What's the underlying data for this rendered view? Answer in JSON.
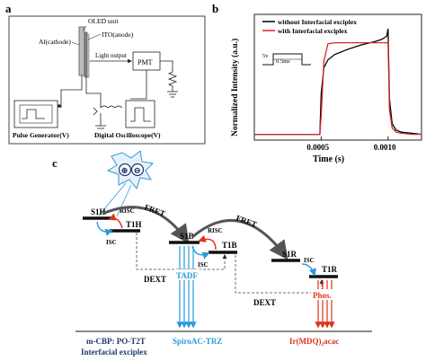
{
  "panel_labels": {
    "a": "a",
    "b": "b",
    "c": "c"
  },
  "panel_a": {
    "cathode_label": "Al(cathode)",
    "oled_label": "OLED unit",
    "anode_label": "ITO(anode)",
    "light_output_label": "Light output",
    "pmt_label": "PMT",
    "pulse_generator_label": "Pulse Generator(V)",
    "oscilloscope_label": "Digital Oscilloscope(V)"
  },
  "panel_b": {
    "chart_data": {
      "type": "line",
      "ylabel": "Normalized Intensity (a.u.)",
      "xlabel": "Time (s)",
      "xticks": [
        "0.0005",
        "0.0010"
      ],
      "xlim": [
        0.0,
        0.00125
      ],
      "ylim": [
        0,
        1.0
      ],
      "inset": {
        "voltage_label": "5v",
        "width_label": "0.5ms"
      },
      "series": [
        {
          "name": "without Interfacial exciplex",
          "color": "#000000",
          "x": [
            0.0,
            0.00049,
            0.0005,
            0.00052,
            0.00055,
            0.0006,
            0.0007,
            0.0008,
            0.0009,
            0.00095,
            0.00099,
            0.001,
            0.00101,
            0.00103,
            0.00106,
            0.0011,
            0.00118,
            0.00125
          ],
          "y": [
            0.02,
            0.02,
            0.4,
            0.64,
            0.71,
            0.76,
            0.81,
            0.85,
            0.88,
            0.9,
            0.93,
            1.0,
            0.35,
            0.12,
            0.06,
            0.04,
            0.03,
            0.02
          ]
        },
        {
          "name": "with Interfacial exciplex",
          "color": "#d62728",
          "x": [
            0.0,
            0.00049,
            0.0005,
            0.00052,
            0.00055,
            0.0006,
            0.0008,
            0.00095,
            0.001,
            0.00101,
            0.00103,
            0.00106,
            0.0011,
            0.00118,
            0.00125
          ],
          "y": [
            0.02,
            0.02,
            0.2,
            0.7,
            0.86,
            0.87,
            0.87,
            0.87,
            0.87,
            0.25,
            0.08,
            0.04,
            0.03,
            0.02,
            0.02
          ]
        }
      ]
    }
  },
  "panel_c": {
    "sources": {
      "minus": "⊖",
      "plus": "⊕"
    },
    "levels": {
      "s1h": "S1H",
      "t1h": "T1H",
      "s1b": "S1B",
      "t1b": "T1B",
      "s1r": "S1R",
      "t1r": "T1R"
    },
    "processes": {
      "fret1": "FRET",
      "fret2": "FRET",
      "risc1": "RISC",
      "risc2": "RISC",
      "isc1": "ISC",
      "isc2": "ISC",
      "isc3": "ISC",
      "dext1": "DEXT",
      "dext2": "DEXT"
    },
    "emission": {
      "tadf": "TADF",
      "phos": "Phos."
    },
    "materials": {
      "host_line1": "m-CBP: PO-T2T",
      "host_line2": "Interfacial exciplex",
      "blue_dopant": "SpiroAC-TRZ",
      "red_dopant": "Ir(MDQ)₂acac"
    },
    "colors": {
      "blue": "#2b9bd8",
      "red": "#e0321c",
      "navy": "#1e3a6e"
    }
  }
}
